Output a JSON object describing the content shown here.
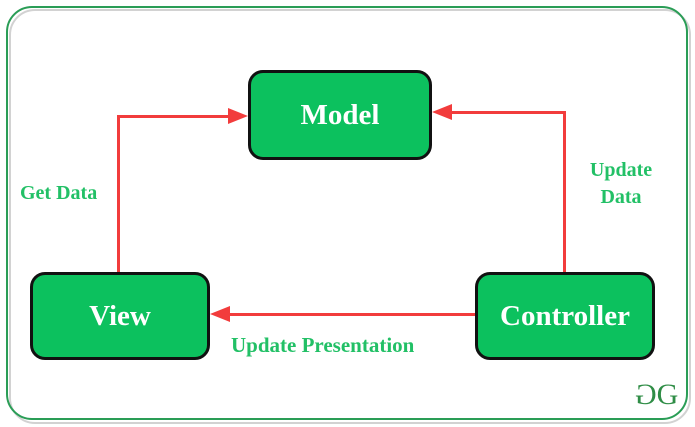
{
  "diagram": {
    "nodes": [
      {
        "id": "model",
        "label": "Model"
      },
      {
        "id": "view",
        "label": "View"
      },
      {
        "id": "controller",
        "label": "Controller"
      }
    ],
    "edges": [
      {
        "from": "view",
        "to": "model",
        "label": "Get Data"
      },
      {
        "from": "controller",
        "to": "model",
        "label": "Update Data"
      },
      {
        "from": "controller",
        "to": "view",
        "label": "Update Presentation"
      }
    ],
    "logo": {
      "glyph_left": "G",
      "glyph_right": "G"
    },
    "colors": {
      "node_fill": "#0cc15e",
      "node_border": "#111111",
      "node_text": "#ffffff",
      "edge_label": "#22c066",
      "arrow": "#f23c3c",
      "frame_border": "#2a9d56",
      "frame_shadow": "#d2d2d2",
      "logo": "#2f8d46"
    }
  }
}
